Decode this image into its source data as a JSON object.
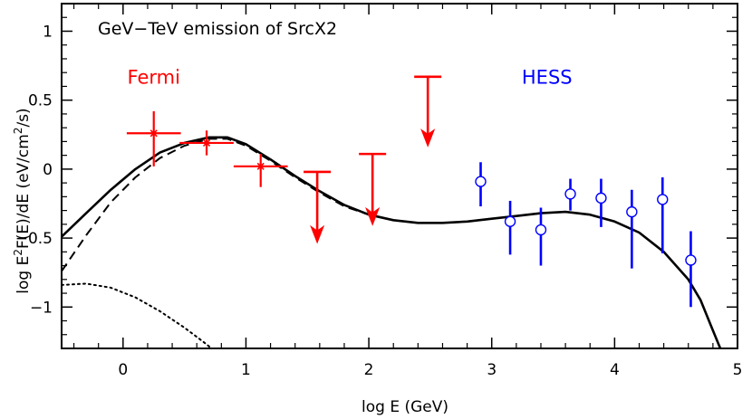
{
  "chart_data": {
    "type": "scatter",
    "title": "GeV−TeV emission of SrcX2",
    "xlabel": "log E (GeV)",
    "ylabel_parts": {
      "pre": "log E",
      "sup1": "2",
      "mid": "F(E)/dE  (eV/cm",
      "sup2": "2",
      "post": "/s)"
    },
    "xlim": [
      -0.5,
      5.0
    ],
    "ylim": [
      -1.3,
      1.2
    ],
    "x_ticks": [
      0,
      1,
      2,
      3,
      4,
      5
    ],
    "x_tick_labels": [
      "0",
      "1",
      "2",
      "3",
      "4",
      "5"
    ],
    "y_ticks": [
      -1,
      -0.5,
      0,
      0.5,
      1
    ],
    "y_tick_labels": [
      "−1",
      "−0.5",
      "0",
      "0.5",
      "1"
    ],
    "grid": false,
    "annotations": [
      {
        "text": "Fermi",
        "x": 0.25,
        "y": 0.62,
        "color": "#ff0000"
      },
      {
        "text": "HESS",
        "x": 3.45,
        "y": 0.62,
        "color": "#0000ff"
      }
    ],
    "series": [
      {
        "kind": "points_xerr",
        "color": "#ff0000",
        "marker": "star",
        "points": [
          {
            "x": 0.25,
            "y": 0.26,
            "xerr": 0.22,
            "ylo": 0.02,
            "yhi": 0.42
          },
          {
            "x": 0.68,
            "y": 0.19,
            "xerr": 0.22,
            "ylo": 0.1,
            "yhi": 0.28
          },
          {
            "x": 1.12,
            "y": 0.02,
            "xerr": 0.22,
            "ylo": -0.13,
            "yhi": 0.11
          }
        ]
      },
      {
        "kind": "upper_limits",
        "color": "#ff0000",
        "points": [
          {
            "x": 1.58,
            "y": -0.02,
            "y_arrow_end": -0.52
          },
          {
            "x": 2.03,
            "y": 0.11,
            "y_arrow_end": -0.39
          },
          {
            "x": 2.48,
            "y": 0.67,
            "y_arrow_end": 0.18
          }
        ]
      },
      {
        "kind": "points_yerr",
        "color": "#0000ff",
        "marker": "circle",
        "points": [
          {
            "x": 2.91,
            "y": -0.09,
            "ylo": -0.27,
            "yhi": 0.05
          },
          {
            "x": 3.15,
            "y": -0.38,
            "ylo": -0.62,
            "yhi": -0.23
          },
          {
            "x": 3.4,
            "y": -0.44,
            "ylo": -0.7,
            "yhi": -0.28
          },
          {
            "x": 3.64,
            "y": -0.18,
            "ylo": -0.3,
            "yhi": -0.07
          },
          {
            "x": 3.89,
            "y": -0.21,
            "ylo": -0.42,
            "yhi": -0.07
          },
          {
            "x": 4.14,
            "y": -0.31,
            "ylo": -0.72,
            "yhi": -0.15
          },
          {
            "x": 4.39,
            "y": -0.22,
            "ylo": -0.61,
            "yhi": -0.06
          },
          {
            "x": 4.62,
            "y": -0.66,
            "ylo": -1.0,
            "yhi": -0.45
          }
        ]
      },
      {
        "kind": "line",
        "style": "solid",
        "color": "#000000",
        "points": [
          [
            -0.5,
            -0.49
          ],
          [
            -0.3,
            -0.32
          ],
          [
            -0.1,
            -0.15
          ],
          [
            0.1,
            0.0
          ],
          [
            0.3,
            0.12
          ],
          [
            0.5,
            0.19
          ],
          [
            0.7,
            0.23
          ],
          [
            0.85,
            0.23
          ],
          [
            1.0,
            0.18
          ],
          [
            1.2,
            0.07
          ],
          [
            1.4,
            -0.05
          ],
          [
            1.6,
            -0.16
          ],
          [
            1.8,
            -0.26
          ],
          [
            2.0,
            -0.33
          ],
          [
            2.2,
            -0.37
          ],
          [
            2.4,
            -0.39
          ],
          [
            2.6,
            -0.39
          ],
          [
            2.8,
            -0.38
          ],
          [
            3.0,
            -0.36
          ],
          [
            3.2,
            -0.34
          ],
          [
            3.4,
            -0.32
          ],
          [
            3.6,
            -0.31
          ],
          [
            3.8,
            -0.33
          ],
          [
            4.0,
            -0.38
          ],
          [
            4.2,
            -0.46
          ],
          [
            4.4,
            -0.6
          ],
          [
            4.6,
            -0.8
          ],
          [
            4.7,
            -0.95
          ],
          [
            4.8,
            -1.17
          ],
          [
            4.86,
            -1.3
          ]
        ]
      },
      {
        "kind": "line",
        "style": "dashed",
        "color": "#000000",
        "points": [
          [
            -0.5,
            -0.74
          ],
          [
            -0.3,
            -0.48
          ],
          [
            -0.1,
            -0.24
          ],
          [
            0.1,
            -0.06
          ],
          [
            0.3,
            0.08
          ],
          [
            0.5,
            0.17
          ],
          [
            0.7,
            0.22
          ],
          [
            0.85,
            0.22
          ],
          [
            1.0,
            0.17
          ],
          [
            1.2,
            0.06
          ],
          [
            1.4,
            -0.06
          ],
          [
            1.6,
            -0.17
          ],
          [
            1.8,
            -0.27
          ],
          [
            2.0,
            -0.33
          ],
          [
            2.2,
            -0.37
          ]
        ]
      },
      {
        "kind": "line",
        "style": "dotted",
        "color": "#000000",
        "points": [
          [
            -0.5,
            -0.84
          ],
          [
            -0.3,
            -0.83
          ],
          [
            -0.1,
            -0.86
          ],
          [
            0.1,
            -0.93
          ],
          [
            0.3,
            -1.03
          ],
          [
            0.5,
            -1.15
          ],
          [
            0.65,
            -1.25
          ],
          [
            0.72,
            -1.3
          ]
        ]
      }
    ]
  }
}
